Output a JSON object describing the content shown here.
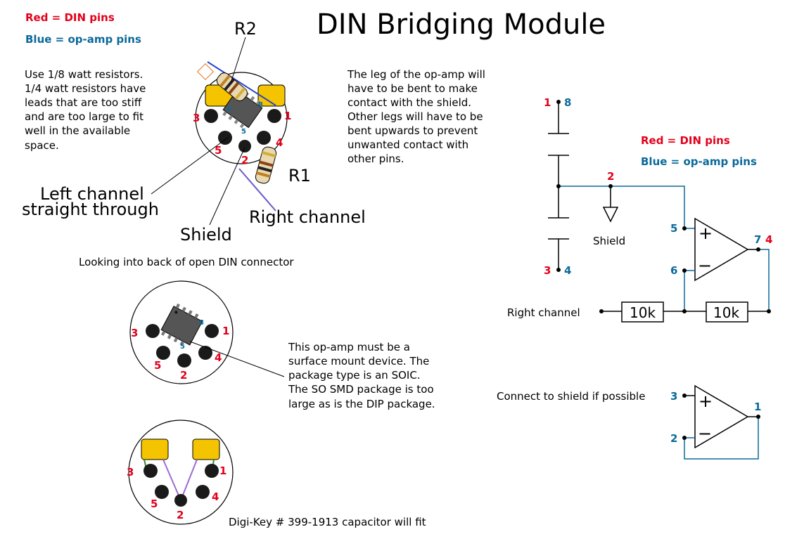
{
  "title": "DIN Bridging Module",
  "legend": {
    "red": "Red = DIN pins",
    "blue": "Blue = op-amp pins"
  },
  "notes": {
    "resistors": [
      "Use 1/8 watt resistors.",
      "1/4 watt resistors have",
      "leads that are too stiff",
      "and are too large to fit",
      "well in the available",
      "space."
    ],
    "leg": [
      "The leg of the op-amp will",
      "have to be bent to make",
      "contact with the shield.",
      "Other legs will have to be",
      "bent upwards to prevent",
      "unwanted contact with",
      "other pins."
    ],
    "soic": [
      "This op-amp must be a",
      "surface mount device. The",
      "package type is an SOIC.",
      "The SO SMD package is too",
      "large as is the DIP package."
    ],
    "looking": "Looking into back of open DIN connector",
    "capacitor": "Digi-Key # 399-1913 capacitor will fit",
    "connect_shield": "Connect to shield if possible"
  },
  "connector_labels": {
    "r2": "R2",
    "r1": "R1",
    "left_channel": [
      "Left channel",
      "straight through"
    ],
    "shield": "Shield",
    "right_channel": "Right channel"
  },
  "din_pins": [
    "1",
    "2",
    "3",
    "4",
    "5"
  ],
  "opamp_pin_marks": [
    "4",
    "5",
    "8"
  ],
  "schematic": {
    "pin1": "1",
    "pin8": "8",
    "pin2": "2",
    "pin3": "3",
    "pin4": "4",
    "shield": "Shield",
    "opamp_in_plus": "5",
    "opamp_in_minus": "6",
    "opamp_out": "7",
    "out_din": "4",
    "right_channel": "Right channel",
    "r_in": "10k",
    "r_fb": "10k",
    "plus": "+",
    "minus": "−"
  },
  "schematic2": {
    "in_plus": "3",
    "in_minus": "2",
    "out": "1",
    "plus": "+",
    "minus": "−"
  },
  "colors": {
    "din_red": "#e3001b",
    "opamp_blue": "#0b6a9a",
    "wire_blue": "#2a6fb0",
    "pin_black": "#1a1a1a",
    "cap_yellow": "#f5c400",
    "chip_gray": "#555555",
    "lead_purple": "#9b6bd6",
    "lead_green": "#2e8b2e"
  },
  "icons": [
    "ground-symbol-icon",
    "opamp-triangle-icon",
    "resistor-icon",
    "capacitor-icon"
  ]
}
